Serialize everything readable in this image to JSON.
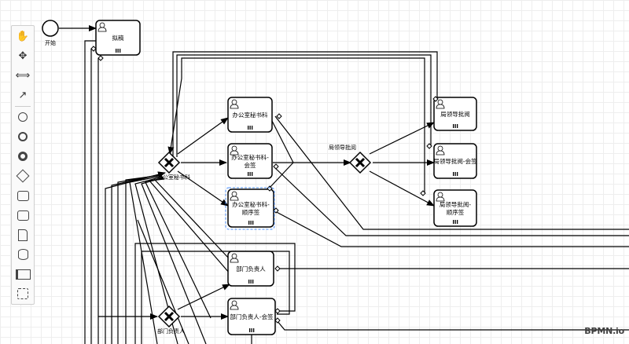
{
  "diagram": {
    "start_event": {
      "label": "开始"
    },
    "tasks": [
      {
        "id": "draft",
        "label_lines": [
          "拟稿"
        ]
      },
      {
        "id": "secretary",
        "label_lines": [
          "办公室秘书科"
        ]
      },
      {
        "id": "secretary-countersign",
        "label_lines": [
          "办公室秘书科-",
          "会签"
        ]
      },
      {
        "id": "secretary-sequential",
        "label_lines": [
          "办公室秘书科-",
          "顺序签"
        ]
      },
      {
        "id": "bureau-approve",
        "label_lines": [
          "局领导批阅"
        ]
      },
      {
        "id": "bureau-countersign",
        "label_lines": [
          "局领导批阅-会签"
        ]
      },
      {
        "id": "bureau-sequential",
        "label_lines": [
          "局领导批阅-",
          "顺序签"
        ]
      },
      {
        "id": "dept-head",
        "label_lines": [
          "部门负责人"
        ]
      },
      {
        "id": "dept-head-countersign",
        "label_lines": [
          "部门负责人-会签"
        ]
      }
    ],
    "gateways": [
      {
        "id": "gw-secretary",
        "label": "办公室秘书科"
      },
      {
        "id": "gw-bureau",
        "label": "局领导批阅"
      },
      {
        "id": "gw-dept",
        "label": "部门负责人"
      }
    ]
  },
  "palette": {
    "tools": [
      "hand-tool-icon",
      "lasso-tool-icon",
      "space-tool-icon",
      "connect-tool-icon",
      "start-event-icon",
      "intermediate-event-icon",
      "end-event-icon",
      "gateway-icon",
      "task-icon",
      "subprocess-icon",
      "data-object-icon",
      "data-store-icon",
      "pool-icon",
      "group-icon"
    ]
  },
  "brand": {
    "text": "BPMN.io"
  },
  "colors": {
    "stroke": "#000000",
    "selection": "#4d90fe",
    "grid": "#eeeeee"
  }
}
